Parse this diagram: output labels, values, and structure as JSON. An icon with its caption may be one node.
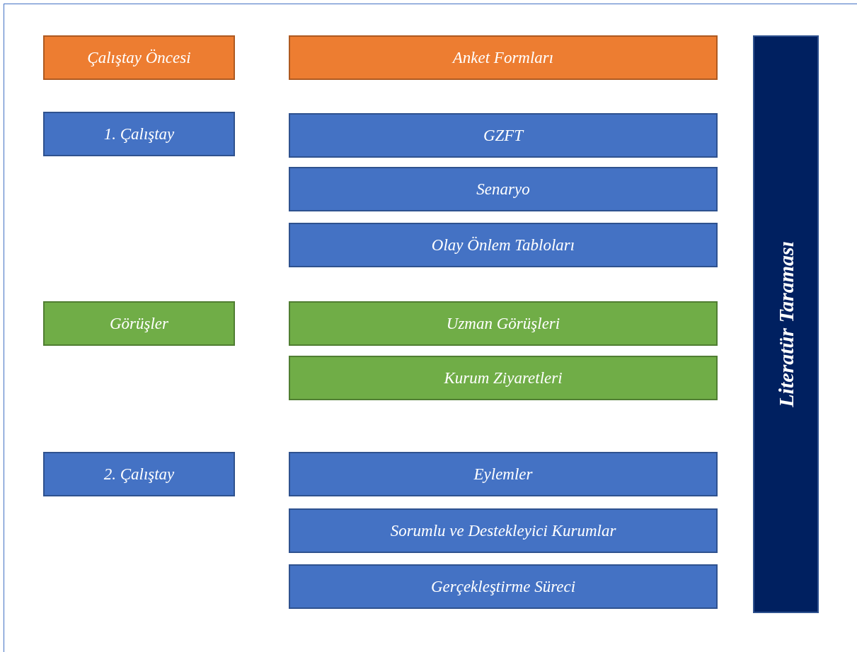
{
  "diagram": {
    "nodes": [
      {
        "text": [
          "Çalıştay Öncesi"
        ]
      },
      {
        "text": [
          "Anket Formları"
        ]
      },
      {
        "text": [
          "1. Çalıştay"
        ]
      },
      {
        "text": [
          "GZFT"
        ]
      },
      {
        "text": [
          "Senaryo"
        ]
      },
      {
        "text": [
          "Olay Önlem Tabloları"
        ]
      },
      {
        "text": [
          "Görüşler"
        ]
      },
      {
        "text": [
          "Uzman Görüşleri"
        ]
      },
      {
        "text": [
          "Kurum Ziyaretleri"
        ]
      },
      {
        "text": [
          "2. Çalıştay"
        ]
      },
      {
        "text": [
          "Eylemler"
        ]
      },
      {
        "text": [
          "Sorumlu ve Destekleyici Kurumlar"
        ]
      },
      {
        "text": [
          "Gerçekleştirme Süreci"
        ]
      },
      {
        "text": [
          "Literatür Taraması"
        ]
      }
    ]
  }
}
